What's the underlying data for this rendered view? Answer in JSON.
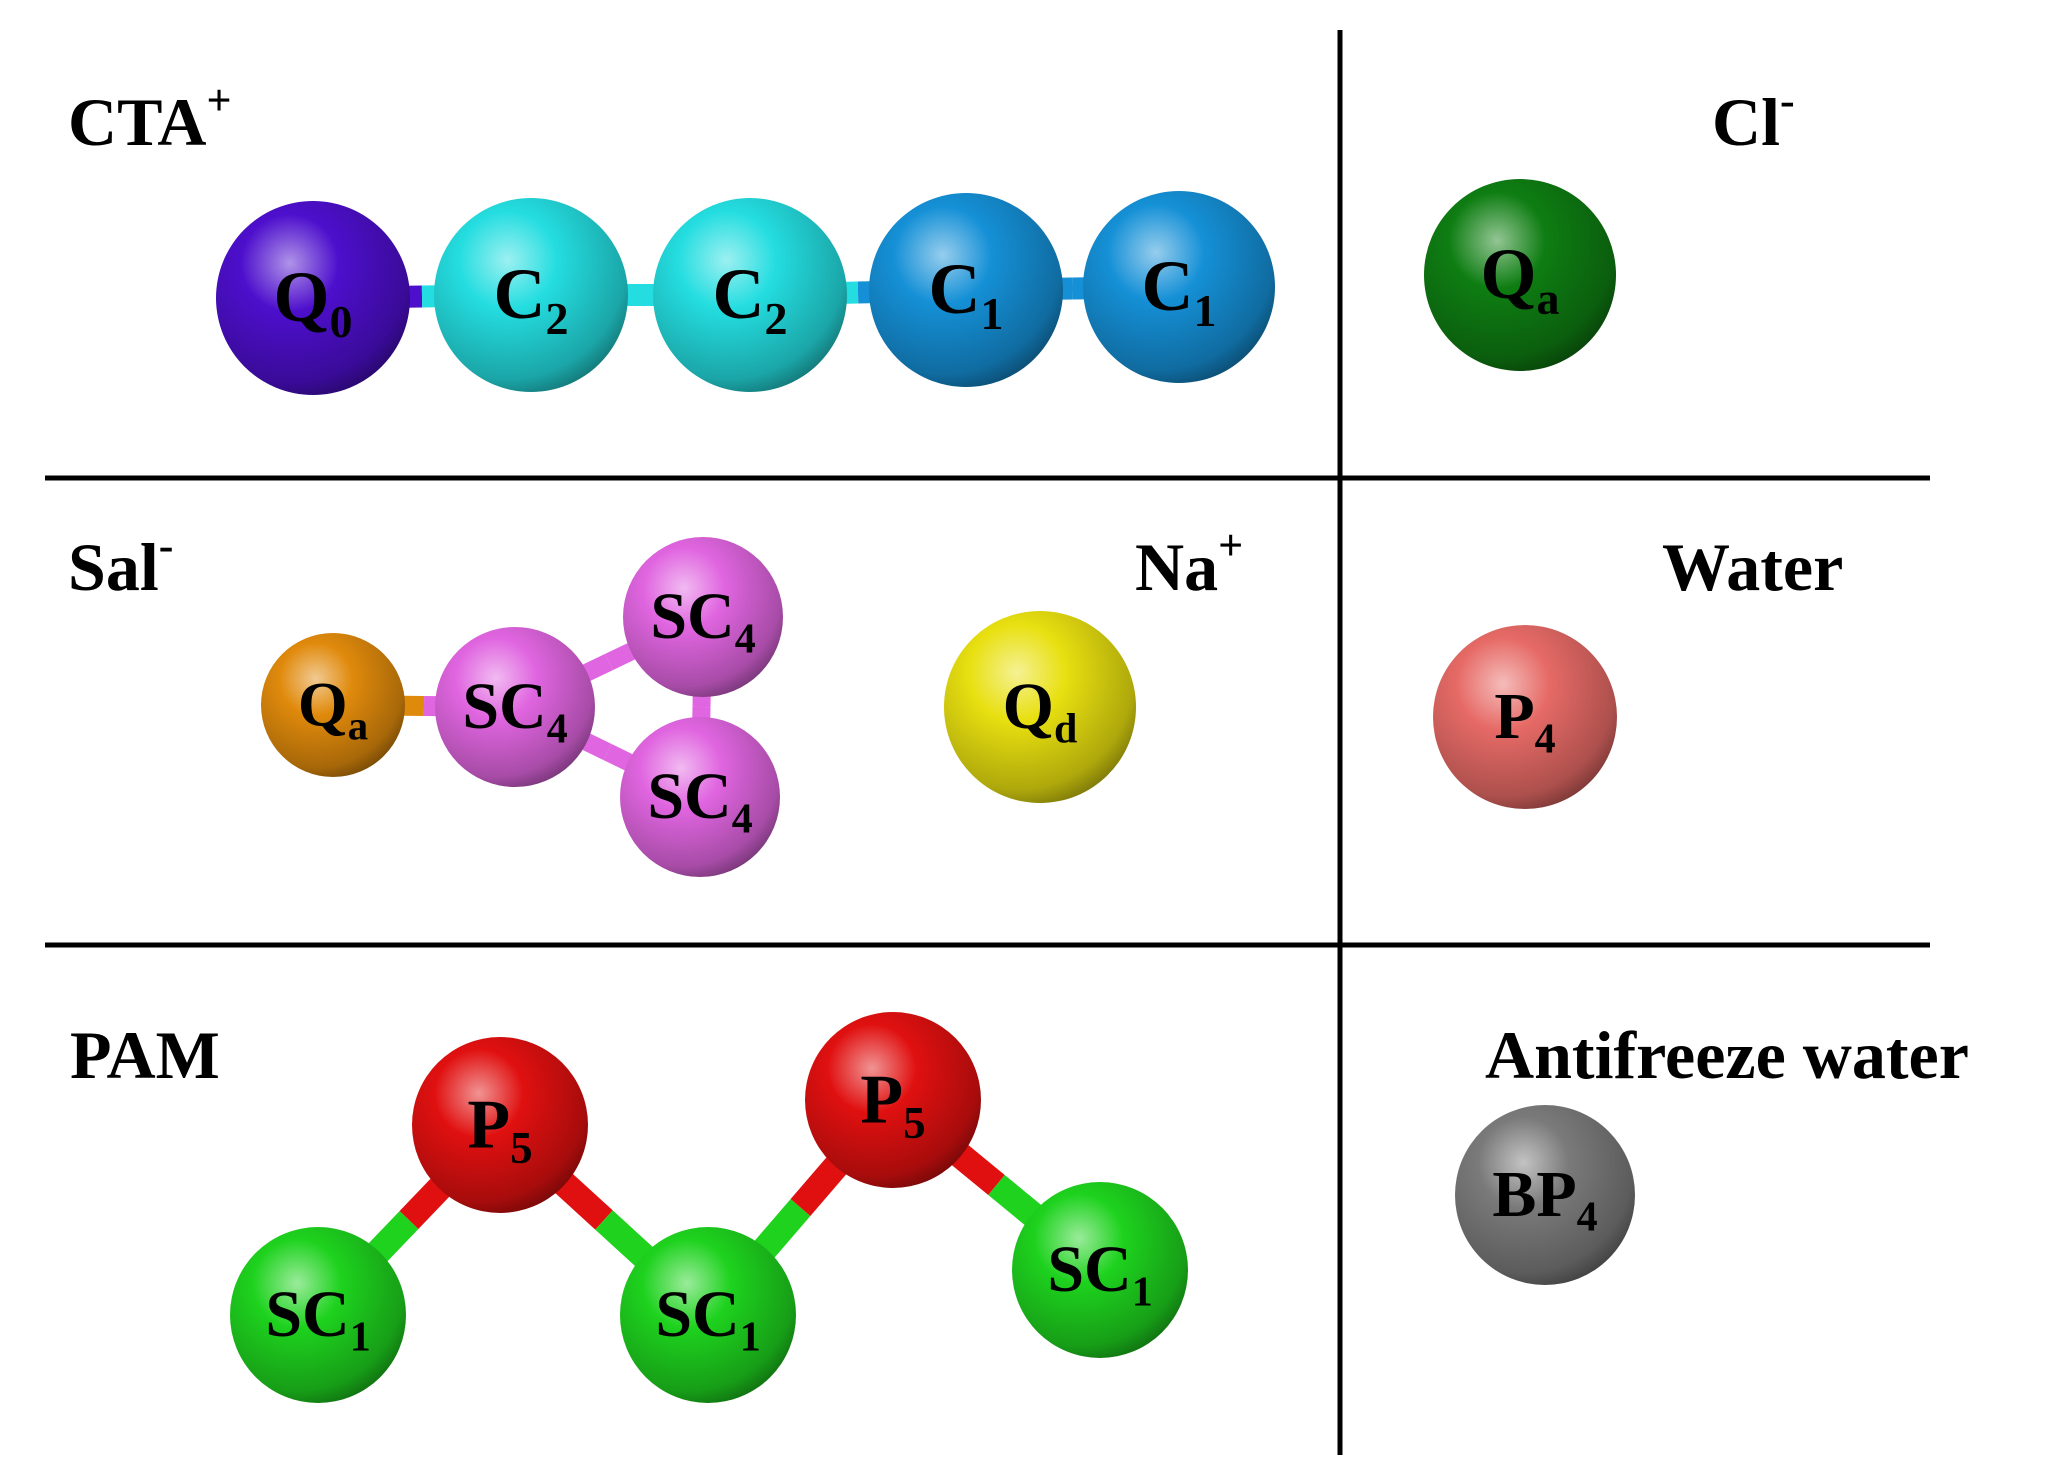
{
  "sections": {
    "cta": {
      "name": "CTA",
      "charge": "+",
      "beads": [
        {
          "base": "Q",
          "sub": "0",
          "color": "#4d0fcc"
        },
        {
          "base": "C",
          "sub": "2",
          "color": "#24dde0"
        },
        {
          "base": "C",
          "sub": "2",
          "color": "#24dde0"
        },
        {
          "base": "C",
          "sub": "1",
          "color": "#1590d6"
        },
        {
          "base": "C",
          "sub": "1",
          "color": "#1590d6"
        }
      ]
    },
    "cl": {
      "name": "Cl",
      "charge": "-",
      "bead": {
        "base": "Q",
        "sub": "a",
        "color": "#0e7d12"
      }
    },
    "sal": {
      "name": "Sal",
      "charge": "-",
      "beads": [
        {
          "base": "Q",
          "sub": "a",
          "color": "#e08a0c"
        },
        {
          "base": "SC",
          "sub": "4",
          "color": "#e065e0"
        },
        {
          "base": "SC",
          "sub": "4",
          "color": "#e065e0"
        },
        {
          "base": "SC",
          "sub": "4",
          "color": "#e065e0"
        }
      ]
    },
    "na": {
      "name": "Na",
      "charge": "+",
      "bead": {
        "base": "Q",
        "sub": "d",
        "color": "#e8e010"
      }
    },
    "water": {
      "name": "Water",
      "bead": {
        "base": "P",
        "sub": "4",
        "color": "#e66a66"
      }
    },
    "pam": {
      "name": "PAM",
      "beads": [
        {
          "base": "SC",
          "sub": "1",
          "color": "#1ed21e"
        },
        {
          "base": "P",
          "sub": "5",
          "color": "#e01010"
        },
        {
          "base": "SC",
          "sub": "1",
          "color": "#1ed21e"
        },
        {
          "base": "P",
          "sub": "5",
          "color": "#e01010"
        },
        {
          "base": "SC",
          "sub": "1",
          "color": "#1ed21e"
        }
      ]
    },
    "antifreeze": {
      "name": "Antifreeze water",
      "bead": {
        "base": "BP",
        "sub": "4",
        "color": "#7a7a7a"
      }
    }
  }
}
